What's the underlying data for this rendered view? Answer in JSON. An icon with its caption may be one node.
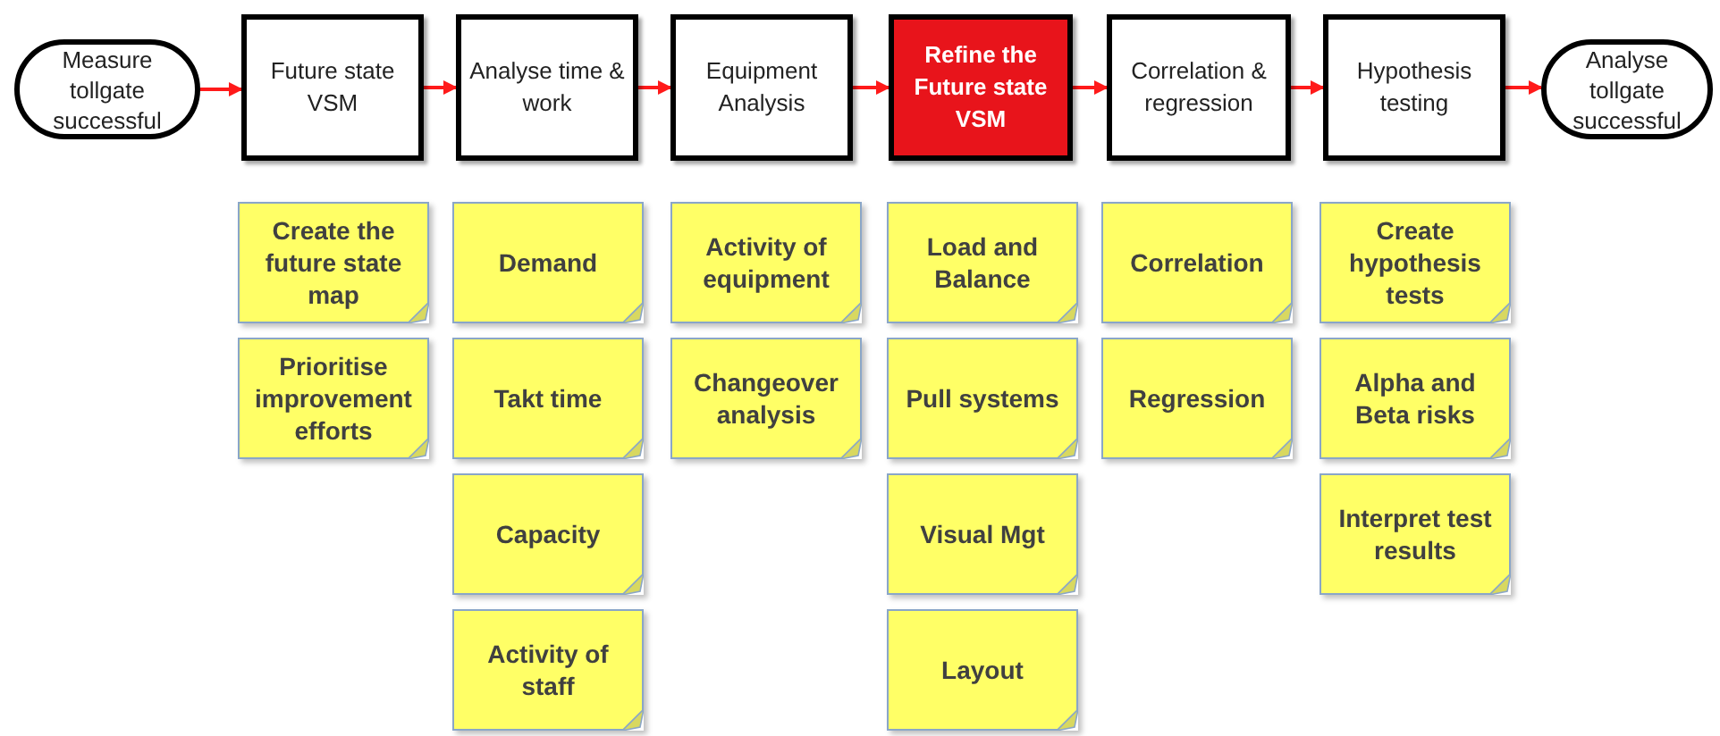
{
  "diagram": {
    "nodes": [
      {
        "text": [
          "Measure tollgate successful"
        ]
      },
      {
        "text": [
          "Future state VSM"
        ]
      },
      {
        "text": [
          "Analyse time & work"
        ]
      },
      {
        "text": [
          "Equipment Analysis"
        ]
      },
      {
        "text": [
          "Refine the Future state VSM"
        ]
      },
      {
        "text": [
          "Correlation & regression"
        ]
      },
      {
        "text": [
          "Hypothesis testing"
        ]
      },
      {
        "text": [
          "Analyse tollgate successful"
        ]
      },
      {
        "text": [
          "Create the future state map"
        ]
      },
      {
        "text": [
          "Prioritise improvement efforts"
        ]
      },
      {
        "text": [
          "Demand"
        ]
      },
      {
        "text": [
          "Takt time"
        ]
      },
      {
        "text": [
          "Capacity"
        ]
      },
      {
        "text": [
          "Activity of staff"
        ]
      },
      {
        "text": [
          "Activity of equipment"
        ]
      },
      {
        "text": [
          "Changeover analysis"
        ]
      },
      {
        "text": [
          "Load and Balance"
        ]
      },
      {
        "text": [
          "Pull systems"
        ]
      },
      {
        "text": [
          "Visual Mgt"
        ]
      },
      {
        "text": [
          "Layout"
        ]
      },
      {
        "text": [
          "Correlation"
        ]
      },
      {
        "text": [
          "Regression"
        ]
      },
      {
        "text": [
          "Create hypothesis tests"
        ]
      },
      {
        "text": [
          "Alpha and Beta risks"
        ]
      },
      {
        "text": [
          "Interpret test results"
        ]
      }
    ],
    "edges": [
      {
        "from": 0,
        "to": 1,
        "arrow": "to"
      },
      {
        "from": 1,
        "to": 2,
        "arrow": "to"
      },
      {
        "from": 2,
        "to": 3,
        "arrow": "to"
      },
      {
        "from": 3,
        "to": 4,
        "arrow": "to"
      },
      {
        "from": 4,
        "to": 5,
        "arrow": "to"
      },
      {
        "from": 5,
        "to": 6,
        "arrow": "to"
      },
      {
        "from": 6,
        "to": 7,
        "arrow": "to"
      }
    ]
  }
}
